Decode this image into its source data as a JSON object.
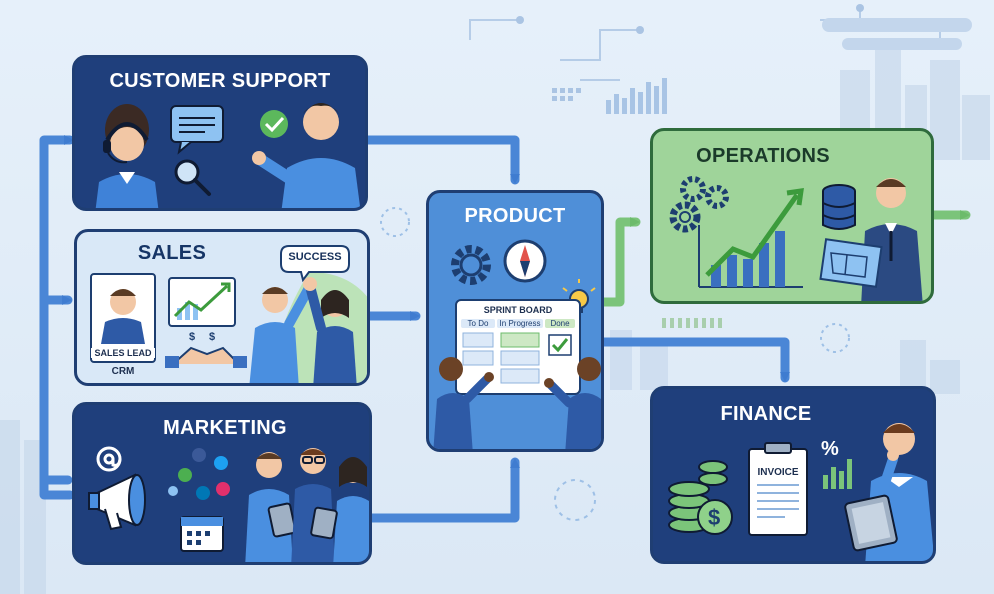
{
  "colors": {
    "navy": "#1f3f7c",
    "pale_panel": "#d9e8f7",
    "product_blue": "#4f8fd8",
    "operations_green": "#9fd49a",
    "arrow_blue": "#4a86d6",
    "arrow_green": "#7bc47a",
    "background": "#e6f0fa"
  },
  "panels": {
    "customer_support": {
      "title": "CUSTOMER SUPPORT",
      "icons": [
        "headset-agent-icon",
        "chat-bubble-icon",
        "magnifier-icon",
        "checkmark-icon"
      ]
    },
    "sales": {
      "title": "SALES",
      "bubble": "SUCCESS",
      "card_label": "SALES LEAD",
      "crm_label": "CRM",
      "icons": [
        "growth-chart-icon",
        "handshake-icon",
        "high-five-icon"
      ]
    },
    "marketing": {
      "title": "MARKETING",
      "icons": [
        "at-sign-icon",
        "megaphone-icon",
        "social-media-icon",
        "calendar-icon"
      ]
    },
    "product": {
      "title": "PRODUCT",
      "board_title": "SPRINT BOARD",
      "columns": [
        "To Do",
        "In Progress",
        "Done"
      ],
      "icons": [
        "gear-icon",
        "compass-icon",
        "lightbulb-icon"
      ]
    },
    "operations": {
      "title": "OPERATIONS",
      "icons": [
        "gears-icon",
        "rising-chart-icon",
        "database-icon",
        "blueprint-icon"
      ]
    },
    "finance": {
      "title": "FINANCE",
      "invoice_label": "INVOICE",
      "icons": [
        "coin-stack-icon",
        "dollar-coin-icon",
        "invoice-icon",
        "percent-chart-icon",
        "tablet-icon"
      ]
    }
  }
}
